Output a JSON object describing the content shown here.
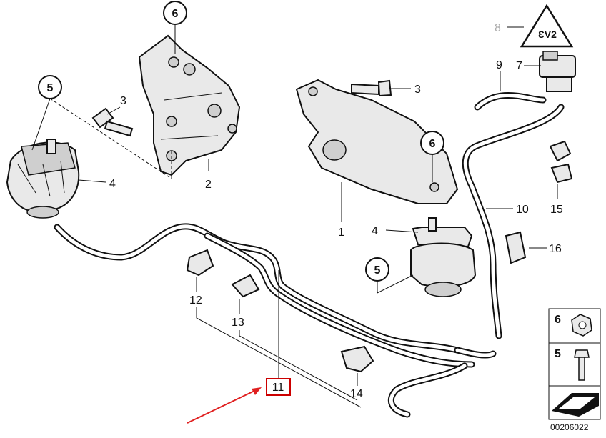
{
  "labels": {
    "l1": "1",
    "l2": "2",
    "l3a": "3",
    "l3b": "3",
    "l4a": "4",
    "l4b": "4",
    "l5a": "5",
    "l5b": "5",
    "l6a": "6",
    "l6b": "6",
    "l7": "7",
    "l8": "8",
    "l9": "9",
    "l10": "10",
    "l11": "11",
    "l12": "12",
    "l13": "13",
    "l14": "14",
    "l15": "15",
    "l16": "16"
  },
  "legend": {
    "item6": "6",
    "item5": "5"
  },
  "reference": "00206022",
  "colors": {
    "highlight_box": "#cc0000",
    "arrow": "#e02020",
    "line": "#111111",
    "faded_label": "#aaaaaa"
  }
}
